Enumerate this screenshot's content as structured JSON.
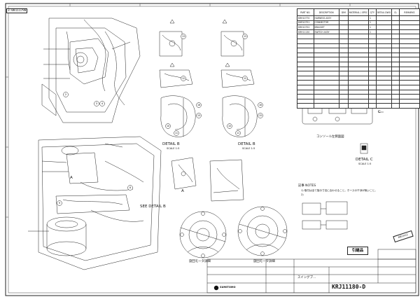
{
  "drawing": {
    "doc_id": "3-08111790",
    "revision_stamp": "ME1412",
    "drawing_number": "KRJ11180-D",
    "company": "SUMITOMO",
    "product": "スイングブ…",
    "inherit_label": "引継品"
  },
  "parts_table": {
    "headers": [
      "PART NO.",
      "DESCRIPTION",
      "DIM",
      "MATERIAL / SPEC",
      "QTY",
      "DETAIL DWG",
      "CL",
      "REMARKS"
    ],
    "rows": [
      {
        "no": "KRH10770",
        "desc": "HARNESS ASSY",
        "qty": "1",
        "remark": ""
      },
      {
        "no": "KHR10751",
        "desc": "CONNECTOR",
        "qty": "1",
        "remark": ""
      },
      {
        "no": "KRH10752",
        "desc": "BRACKET",
        "qty": "1",
        "remark": ""
      },
      {
        "no": "KRH11130",
        "desc": "SWITCH ASSY",
        "qty": "1",
        "remark": ""
      },
      {
        "no": "",
        "desc": "",
        "qty": "",
        "remark": ""
      },
      {
        "no": "",
        "desc": "",
        "qty": "",
        "remark": ""
      },
      {
        "no": "",
        "desc": "",
        "qty": "",
        "remark": ""
      },
      {
        "no": "",
        "desc": "",
        "qty": "",
        "remark": ""
      },
      {
        "no": "",
        "desc": "",
        "qty": "",
        "remark": ""
      },
      {
        "no": "",
        "desc": "",
        "qty": "",
        "remark": ""
      },
      {
        "no": "",
        "desc": "",
        "qty": "",
        "remark": ""
      },
      {
        "no": "",
        "desc": "",
        "qty": "",
        "remark": ""
      },
      {
        "no": "",
        "desc": "",
        "qty": "",
        "remark": ""
      },
      {
        "no": "",
        "desc": "",
        "qty": "",
        "remark": ""
      },
      {
        "no": "",
        "desc": "",
        "qty": "",
        "remark": ""
      },
      {
        "no": "",
        "desc": "",
        "qty": "",
        "remark": ""
      },
      {
        "no": "",
        "desc": "",
        "qty": "",
        "remark": ""
      },
      {
        "no": "",
        "desc": "",
        "qty": "",
        "remark": ""
      },
      {
        "no": "",
        "desc": "",
        "qty": "",
        "remark": ""
      },
      {
        "no": "",
        "desc": "",
        "qty": "",
        "remark": ""
      }
    ]
  },
  "views": {
    "detail_b_label": "DETAIL B",
    "detail_b_scale": "SCALE 1:5",
    "detail_c_label": "DETAIL C",
    "detail_c_scale": "SCALE 1:5",
    "see_detail_b": "SEE DETAIL B",
    "console_label": "コンソール左側面図",
    "view_a_label": "A",
    "swing_motor_left": "旋回モータ詳細",
    "swing_motor_right": "旋回モータ詳細",
    "c_marker": "C",
    "b_marker": "B"
  },
  "notes": {
    "title": "記事 NOTES",
    "line1": "1) 取付は全て指示寸法に合わせること。ホースの干渉が無いこと。",
    "line2": "2)"
  },
  "balloons": [
    "1",
    "2",
    "3",
    "4",
    "5",
    "6",
    "7",
    "8",
    "9",
    "10",
    "11",
    "12",
    "13",
    "14",
    "15",
    "16",
    "17",
    "18",
    "19"
  ]
}
